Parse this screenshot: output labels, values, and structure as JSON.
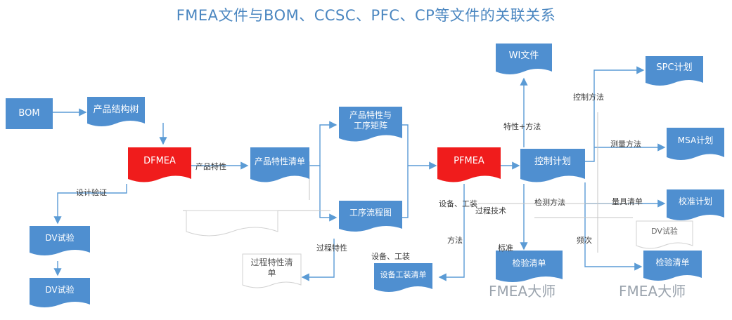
{
  "title": "FMEA文件与BOM、CCSC、PFC、CP等文件的关联关系",
  "nodes": {
    "bom": "BOM",
    "product_tree": "产品结构树",
    "dfmea": "DFMEA",
    "char_list": "产品特性清单",
    "matrix": "产品特性与工序矩阵",
    "pfc": "工序流程图",
    "pfmea": "PFMEA",
    "wi": "WI文件",
    "spc": "SPC计划",
    "control_plan": "控制计划",
    "msa": "MSA计划",
    "calib": "校准计划",
    "dv1": "DV试验",
    "dv2": "DV试验",
    "process_list": "过程特性清单",
    "equip_list": "设备工装清单",
    "inspect_list": "检验清单",
    "final_list": "检验清单",
    "dv_small": "DV试验"
  },
  "labels": {
    "product_char": "产品特性",
    "design_verify": "设计验证",
    "process_char": "过程特性",
    "char_method": "特性+方法",
    "control_method": "控制方法",
    "measure_method": "测量方法",
    "gauge": "量具清单",
    "equip_tool": "设备、工装",
    "process_tech": "过程技术",
    "equip_tool2": "设备、工装",
    "method": "方法",
    "test_method": "检测方法",
    "frequency": "频次",
    "standard": "标准"
  },
  "watermarks": {
    "left": "FMEA大师",
    "right": "FMEA大师"
  },
  "colors": {
    "node_blue": "#4f8fd0",
    "node_red": "#f01c1c",
    "arrow": "#5b9bd5",
    "title": "#4a86c0"
  }
}
